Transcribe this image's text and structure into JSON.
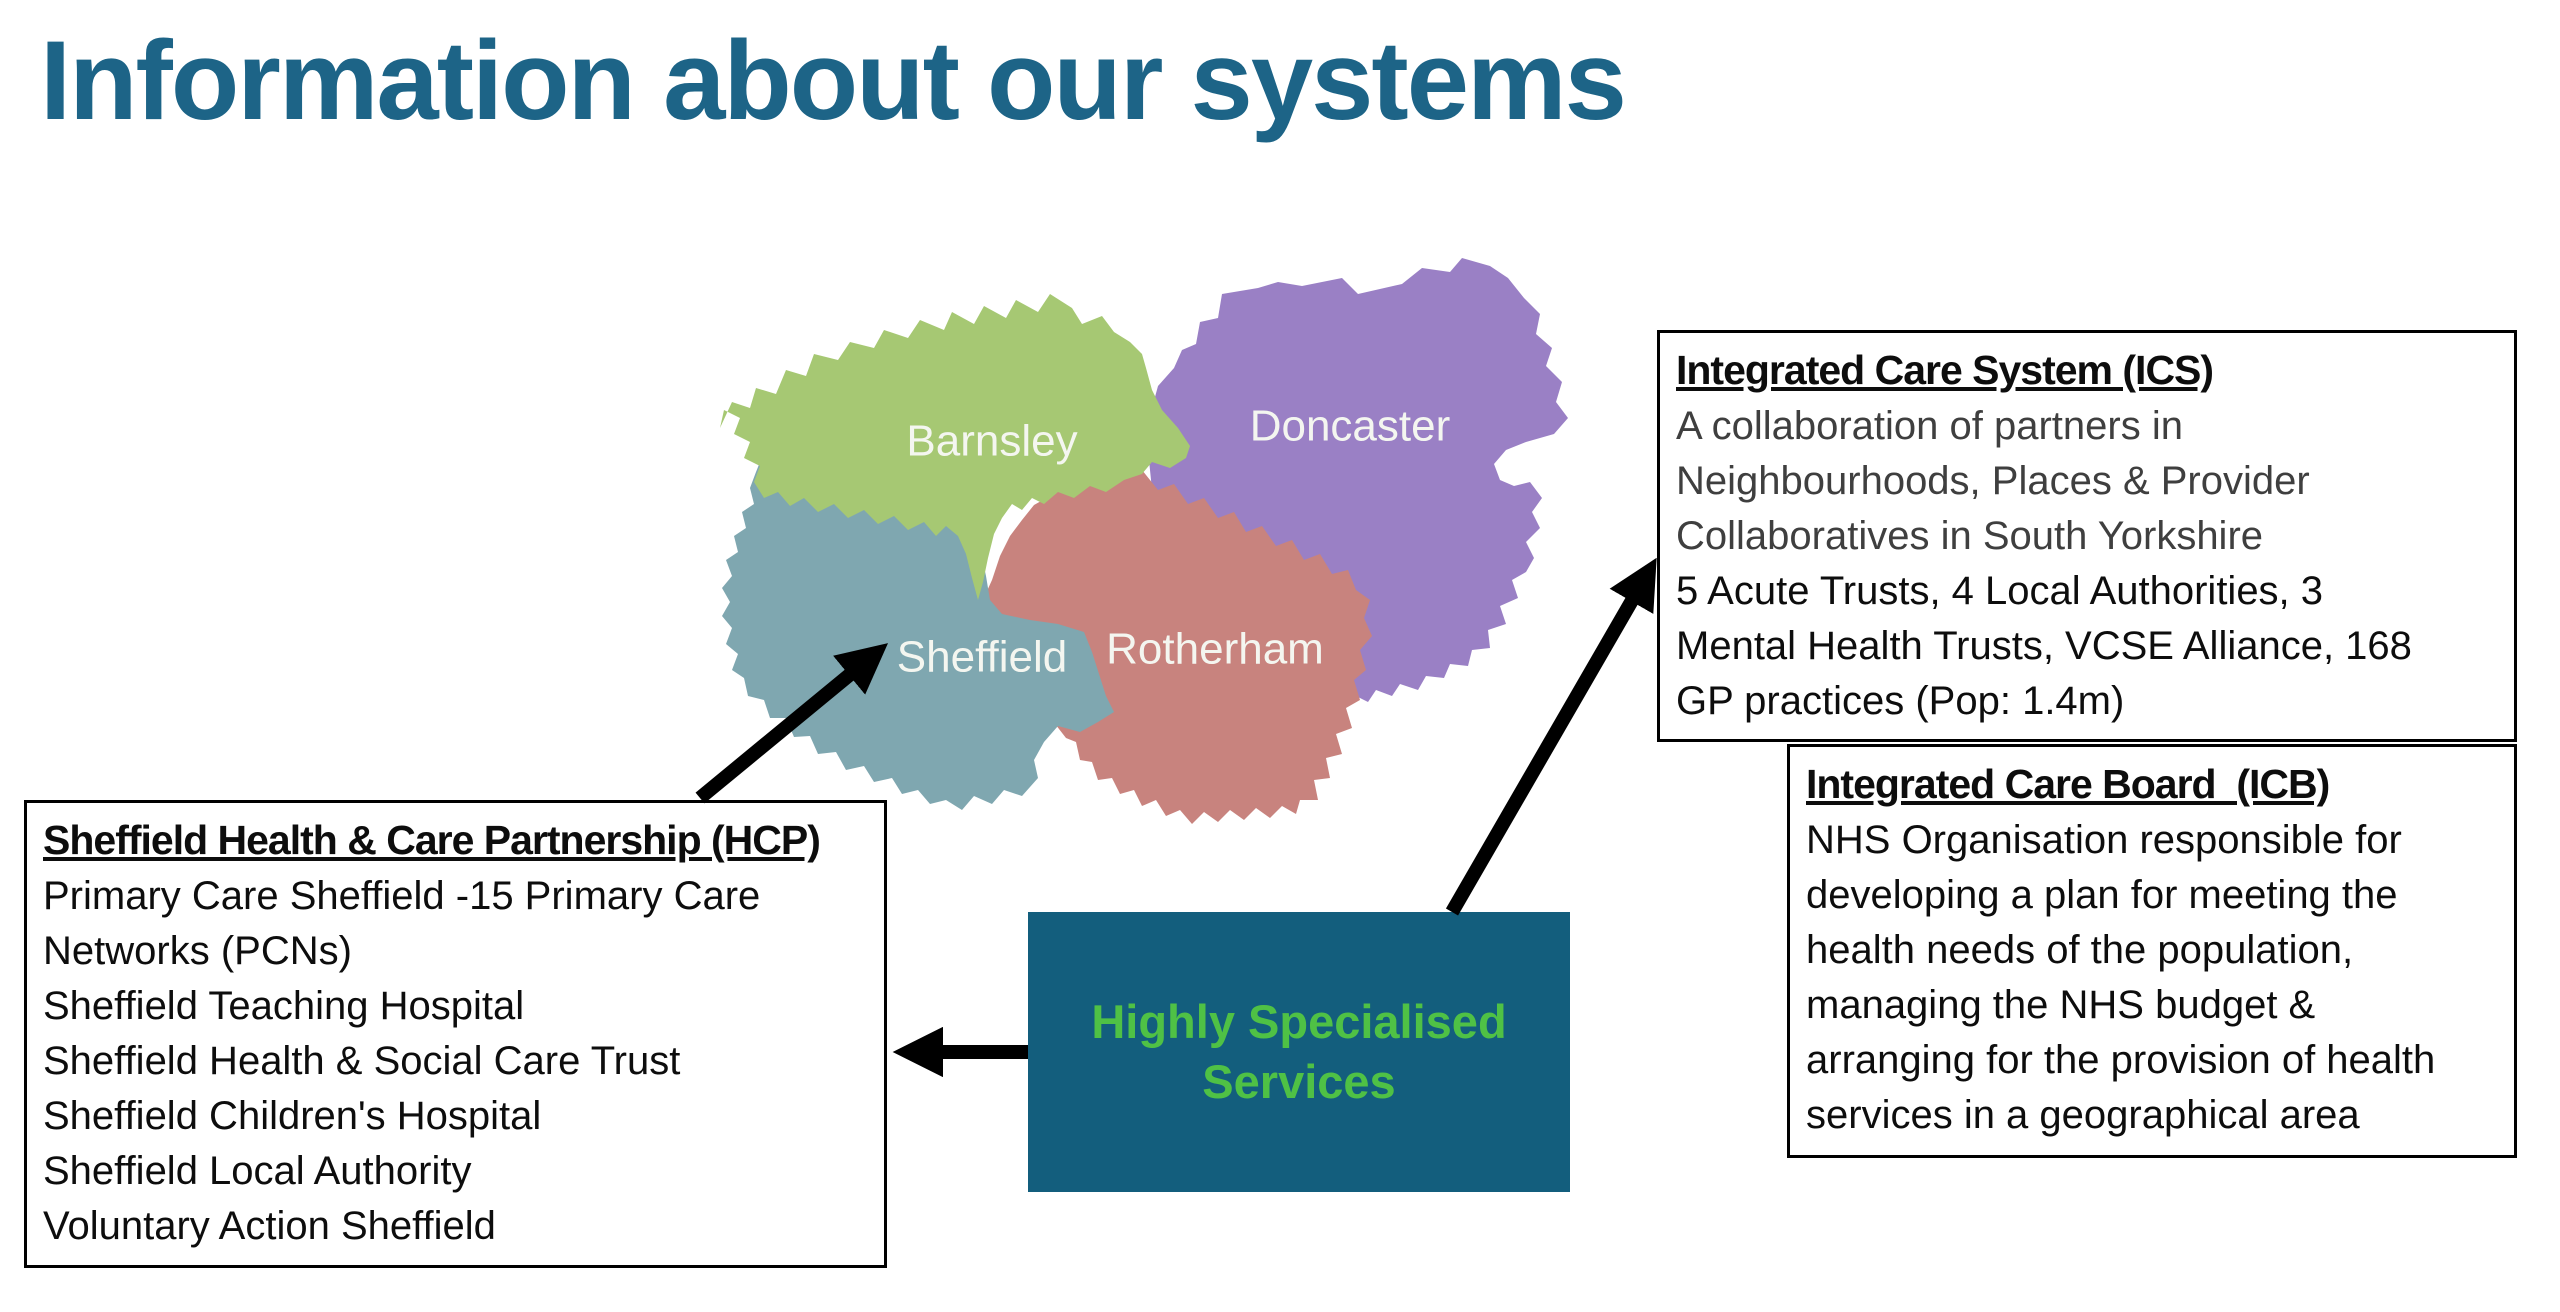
{
  "title": "Information about our systems",
  "colors": {
    "title": "#1d6487",
    "arrow": "#000000",
    "hss_background": "#135e7d",
    "hss_text": "#4fc145",
    "muted_text": "#3f3f3f"
  },
  "map": {
    "regions": [
      {
        "label": "Barnsley",
        "color": "#a6c873"
      },
      {
        "label": "Doncaster",
        "color": "#9a80c5"
      },
      {
        "label": "Sheffield",
        "color": "#7fa7b0"
      },
      {
        "label": "Rotherham",
        "color": "#c8837e"
      }
    ]
  },
  "ics_box": {
    "heading": "Integrated Care System (ICS)",
    "lines": [
      "A collaboration of partners in",
      "Neighbourhoods, Places & Provider",
      "Collaboratives in South Yorkshire",
      "5 Acute Trusts, 4 Local Authorities, 3",
      "Mental Health Trusts, VCSE Alliance, 168",
      "GP practices (Pop: 1.4m)"
    ]
  },
  "icb_box": {
    "heading": "Integrated Care Board  (ICB)",
    "lines": [
      "NHS Organisation responsible for",
      "developing a plan for meeting the",
      "health needs of the population,",
      "managing the NHS budget &",
      "arranging for the provision of health",
      "services in a geographical area"
    ]
  },
  "hcp_box": {
    "heading": "Sheffield Health & Care Partnership (HCP)",
    "lines": [
      "Primary Care Sheffield -15 Primary Care",
      "Networks (PCNs)",
      "Sheffield Teaching Hospital",
      "Sheffield Health & Social Care Trust",
      "Sheffield Children's Hospital",
      "Sheffield Local Authority",
      "Voluntary Action Sheffield"
    ]
  },
  "hss_box": {
    "line1": "Highly Specialised",
    "line2": "Services"
  }
}
